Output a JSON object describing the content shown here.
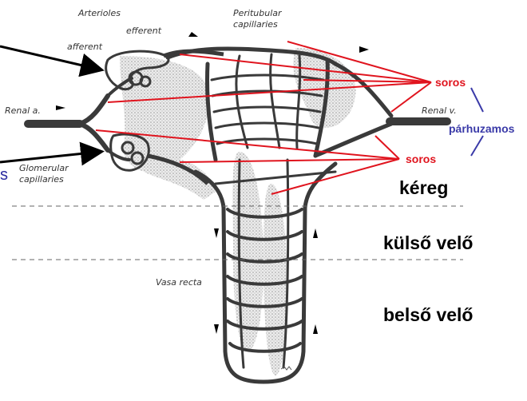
{
  "labels": {
    "arterioles": "Arterioles",
    "afferent": "afferent",
    "efferent": "efferent",
    "peritubular_line1": "Peritubular",
    "peritubular_line2": "capillaries",
    "renal_a": "Renal a.",
    "renal_v": "Renal v.",
    "glomerular_line1": "Glomerular",
    "glomerular_line2": "capillaries",
    "vasa_recta": "Vasa recta",
    "cut_letter": "s"
  },
  "annotations": {
    "soros_top": "soros",
    "soros_bottom": "soros",
    "parhuzamos": "párhuzamos"
  },
  "zones": {
    "cortex": "kéreg",
    "outer_medulla": "külső velő",
    "inner_medulla": "belső velő"
  },
  "colors": {
    "vessel": "#3a3a3a",
    "tubule_shading": "#c8c8c8",
    "annotation_red": "#e0141e",
    "annotation_blue": "#3a3aa8",
    "zone_text": "#000000"
  }
}
